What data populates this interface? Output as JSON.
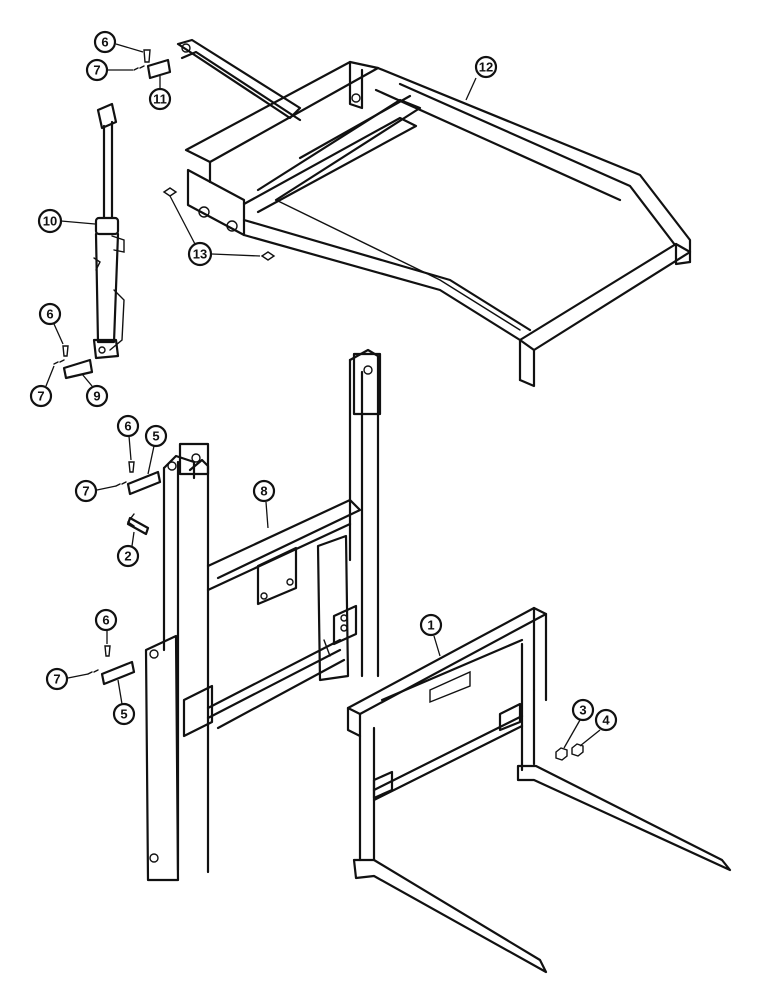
{
  "callouts": {
    "c1": "1",
    "c2": "2",
    "c3": "3",
    "c4": "4",
    "c5a": "5",
    "c5b": "5",
    "c6a": "6",
    "c6b": "6",
    "c6c": "6",
    "c6d": "6",
    "c7a": "7",
    "c7b": "7",
    "c7c": "7",
    "c7d": "7",
    "c8": "8",
    "c9": "9",
    "c10": "10",
    "c11": "11",
    "c12": "12",
    "c13": "13"
  },
  "colors": {
    "ink": "#111111",
    "paper": "#ffffff"
  }
}
